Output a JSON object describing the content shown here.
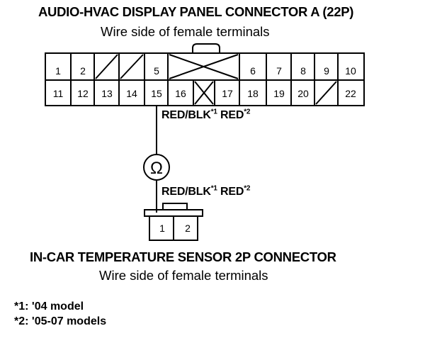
{
  "connector_a": {
    "title": "AUDIO-HVAC DISPLAY PANEL CONNECTOR A (22P)",
    "subtitle": "Wire side of female terminals",
    "top_row": [
      "1",
      "2",
      "",
      "",
      "5",
      "",
      "6",
      "7",
      "8",
      "9",
      "10"
    ],
    "bottom_row": [
      "11",
      "12",
      "13",
      "14",
      "15",
      "16",
      "",
      "17",
      "18",
      "19",
      "20",
      "",
      "22"
    ]
  },
  "wire_label_upper": {
    "main": "RED/BLK",
    "mark1": "*1",
    "alt": " RED",
    "mark2": "*2"
  },
  "wire_label_lower": {
    "main": "RED/BLK",
    "mark1": "*1",
    "alt": " RED",
    "mark2": "*2"
  },
  "ohm_symbol": "Ω",
  "sensor_connector": {
    "title": "IN-CAR TEMPERATURE SENSOR 2P CONNECTOR",
    "subtitle": "Wire side of female terminals",
    "pins": [
      "1",
      "2"
    ]
  },
  "footnotes": [
    "*1: '04 model",
    "*2: '05-07 models"
  ]
}
